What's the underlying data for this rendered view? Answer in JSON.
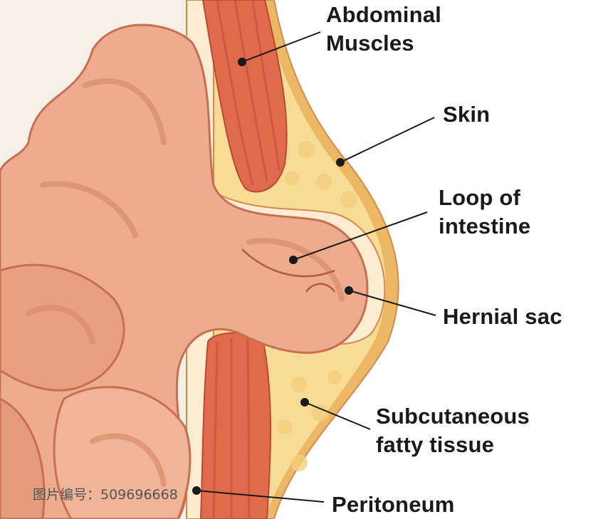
{
  "labels": {
    "abdominal_muscles_1": "Abdominal",
    "abdominal_muscles_2": "Muscles",
    "skin": "Skin",
    "loop_of_intestine_1": "Loop of",
    "loop_of_intestine_2": "intestine",
    "hernial_sac": "Hernial sac",
    "subcutaneous_1": "Subcutaneous",
    "subcutaneous_2": "fatty tissue",
    "peritoneum": "Peritoneum"
  },
  "watermark": "图片编号：509696668",
  "colors": {
    "background": "#f6efe8",
    "skin": "#ecb866",
    "fat": "#f8dc96",
    "peritoneum": "#fbecd2",
    "muscle": "#e06a4c",
    "intestine": "#eeac8e",
    "intestine_dark": "#d98b6c"
  }
}
